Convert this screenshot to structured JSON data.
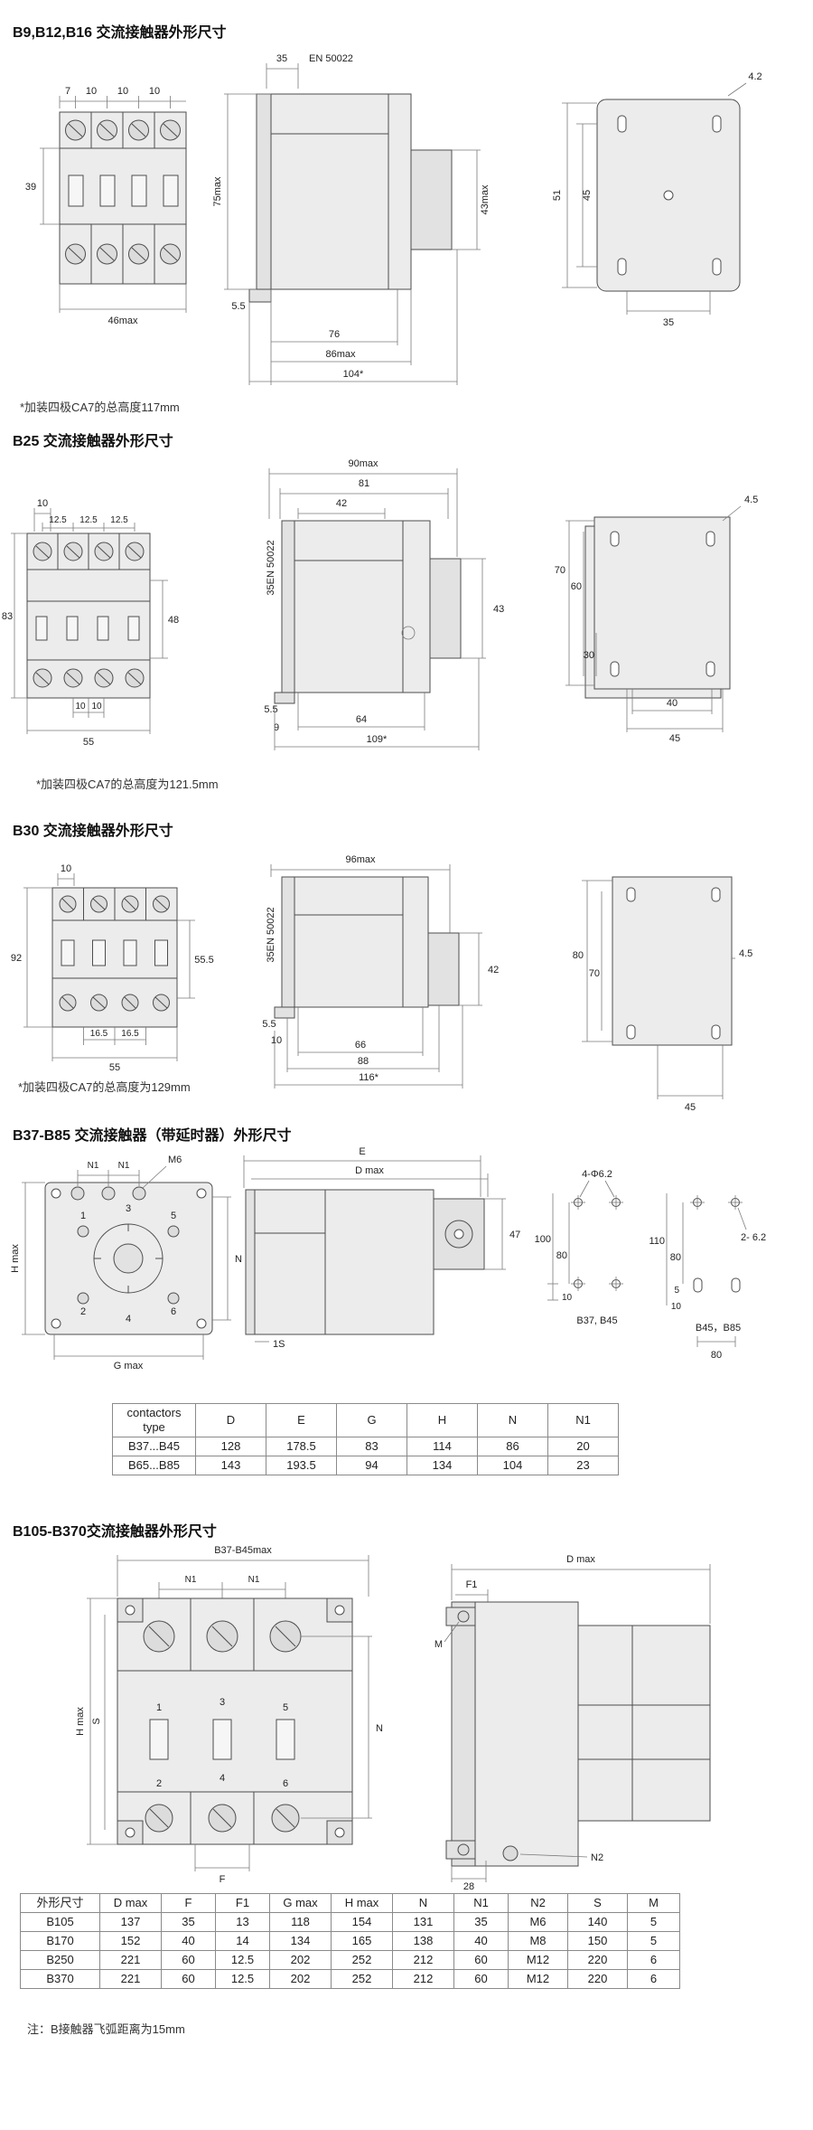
{
  "s1": {
    "title": "B9,B12,B16 交流接触器外形尺寸",
    "note": "*加装四极CA7的总高度117mm",
    "dims": {
      "t1": "7",
      "t2": "10",
      "t3": "10",
      "t4": "10",
      "h": "39",
      "w": "46max",
      "rail_w": "35",
      "rail_std": "EN  50022",
      "body_h": "75max",
      "off": "5.5",
      "d1": "76",
      "d2": "86max",
      "d3": "104*",
      "aux_h": "43max",
      "b_r": "4.2",
      "b_h1": "51",
      "b_h2": "45",
      "b_w": "35"
    }
  },
  "s2": {
    "title": "B25 交流接触器外形尺寸",
    "note": "*加装四极CA7的总高度为121.5mm",
    "dims": {
      "t1": "10",
      "p1": "12.5",
      "p2": "12.5",
      "p3": "12.5",
      "h": "83",
      "mid": "48",
      "b1": "10",
      "b2": "10",
      "w": "55",
      "w1": "90max",
      "w2": "81",
      "w3": "42",
      "rail": "35EN  50022",
      "off1": "5.5",
      "off2": "9",
      "d1": "64",
      "d2": "109*",
      "aux_h": "43",
      "b_r": "4.5",
      "m1": "70",
      "m2": "60",
      "m3": "30",
      "mb1": "40",
      "mb2": "45"
    }
  },
  "s3": {
    "title": "B30 交流接触器外形尺寸",
    "note": "*加装四极CA7的总高度为129mm",
    "dims": {
      "t1": "10",
      "h": "92",
      "mid": "55.5",
      "b1": "16.5",
      "b2": "16.5",
      "w": "55",
      "w1": "96max",
      "rail": "35EN 50022",
      "off1": "5.5",
      "off2": "10",
      "d1": "66",
      "d2": "88",
      "d3": "116*",
      "aux_h": "42",
      "m1": "80",
      "m2": "70",
      "b_r": "4.5",
      "mb": "45"
    }
  },
  "s4": {
    "title": "B37-B85 交流接触器（带延时器）外形尺寸",
    "dims": {
      "n1a": "N1",
      "n1b": "N1",
      "m6": "M6",
      "h": "H max",
      "p1": "1",
      "p3": "3",
      "p5": "5",
      "p2": "2",
      "p4": "4",
      "p6": "6",
      "n": "N",
      "g": "G max",
      "e": "E",
      "d": "D max",
      "t47": "47",
      "s1": "1S",
      "holes4": "4-Φ6.2",
      "ml1": "100",
      "ml2": "80",
      "ml3": "10",
      "cap1": "B37, B45",
      "mr1": "110",
      "mr2": "80",
      "mr3": "5",
      "mr4": "10",
      "holes2": "2- 6.2",
      "cap2": "B45，B85",
      "mr5": "80"
    },
    "table": {
      "headers": [
        "contactors type",
        "D",
        "E",
        "G",
        "H",
        "N",
        "N1"
      ],
      "rows": [
        [
          "B37...B45",
          "128",
          "178.5",
          "83",
          "114",
          "86",
          "20"
        ],
        [
          "B65...B85",
          "143",
          "193.5",
          "94",
          "134",
          "104",
          "23"
        ]
      ]
    }
  },
  "s5": {
    "title": "B105-B370交流接触器外形尺寸",
    "dims": {
      "top": "B37-B45max",
      "n1a": "N1",
      "n1b": "N1",
      "h": "H max",
      "s": "S",
      "p1": "1",
      "p3": "3",
      "p5": "5",
      "p2": "2",
      "p4": "4",
      "p6": "6",
      "n": "N",
      "f": "F",
      "d": "D max",
      "f1": "F1",
      "m": "M",
      "d28": "28",
      "n2": "N2"
    },
    "table": {
      "headers": [
        "外形尺寸",
        "D max",
        "F",
        "F1",
        "G max",
        "H max",
        "N",
        "N1",
        "N2",
        "S",
        "M"
      ],
      "rows": [
        [
          "B105",
          "137",
          "35",
          "13",
          "118",
          "154",
          "131",
          "35",
          "M6",
          "140",
          "5"
        ],
        [
          "B170",
          "152",
          "40",
          "14",
          "134",
          "165",
          "138",
          "40",
          "M8",
          "150",
          "5"
        ],
        [
          "B250",
          "221",
          "60",
          "12.5",
          "202",
          "252",
          "212",
          "60",
          "M12",
          "220",
          "6"
        ],
        [
          "B370",
          "221",
          "60",
          "12.5",
          "202",
          "252",
          "212",
          "60",
          "M12",
          "220",
          "6"
        ]
      ]
    },
    "footnote": "注：B接触器飞弧距离为15mm"
  }
}
